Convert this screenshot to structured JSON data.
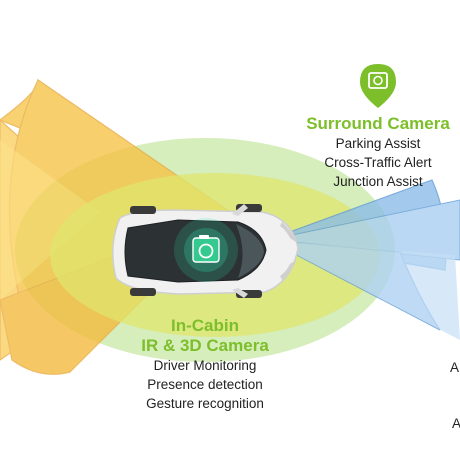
{
  "surround": {
    "title": "Surround Camera",
    "features": [
      "Parking Assist",
      "Cross-Traffic Alert",
      "Junction Assist"
    ],
    "icon": "camera-pin-icon"
  },
  "incabin": {
    "title_line1": "In-Cabin",
    "title_line2": "IR & 3D Camera",
    "features": [
      "Driver Monitoring",
      "Presence detection",
      "Gesture recognition"
    ],
    "icon": "camera-icon"
  },
  "cut_text": {
    "a": "A",
    "b": "A"
  },
  "colors": {
    "rear_fan": "#f9c84e",
    "front_fan": "#8fc0ee",
    "inner_ellipse": "#d6e36a",
    "outer_ellipse": "#c9e8a8",
    "accent_green": "#7cbf2a"
  }
}
